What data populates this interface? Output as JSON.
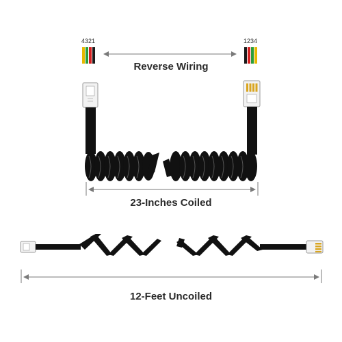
{
  "wiring": {
    "left_pinout": "4321",
    "right_pinout": "1234",
    "label": "Reverse Wiring",
    "left_wire_colors": [
      "#e6b800",
      "#2a9d3a",
      "#d62020",
      "#1a1a1a"
    ],
    "right_wire_colors": [
      "#1a1a1a",
      "#d62020",
      "#2a9d3a",
      "#e6b800"
    ]
  },
  "coiled": {
    "label": "23-Inches Coiled"
  },
  "uncoiled": {
    "label": "12-Feet Uncoiled"
  },
  "colors": {
    "cable": "#111111",
    "connector_body": "#f2f2f2",
    "connector_outline": "#9a9a9a",
    "contact_gold": "#d9a520",
    "dimension_line": "#7a7a7a",
    "text": "#2b2b2b"
  }
}
